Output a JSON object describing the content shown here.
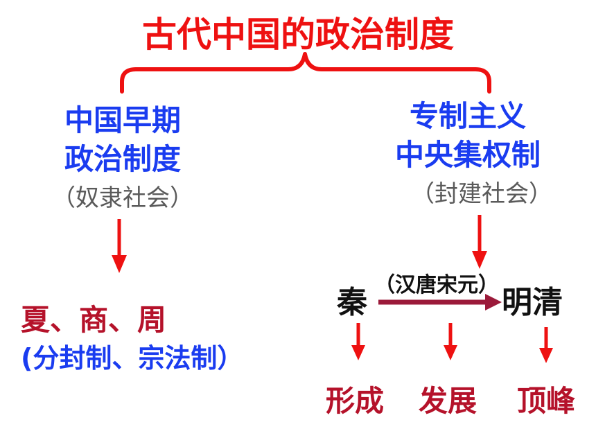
{
  "title": "古代中国的政治制度",
  "left": {
    "heading_line1": "中国早期",
    "heading_line2": "政治制度",
    "society": "（奴隶社会）",
    "dynasties": "夏、商、周",
    "systems": "(分封制、宗法制）"
  },
  "right": {
    "heading_line1": "专制主义",
    "heading_line2": "中央集权制",
    "society": "（封建社会）",
    "start": "秦",
    "middle": "（汉唐宋元）",
    "end": "明清",
    "stages": [
      "形成",
      "发展",
      "顶峰"
    ]
  },
  "colors": {
    "title": "#ee1111",
    "heading": "#1a3cf0",
    "society": "#5a5a5a",
    "dynasty": "#b5122a",
    "system": "#1a3cf0",
    "arrow": "#ee1111",
    "timeline_arrow": "#9b1a3a",
    "dark": "#111111"
  }
}
